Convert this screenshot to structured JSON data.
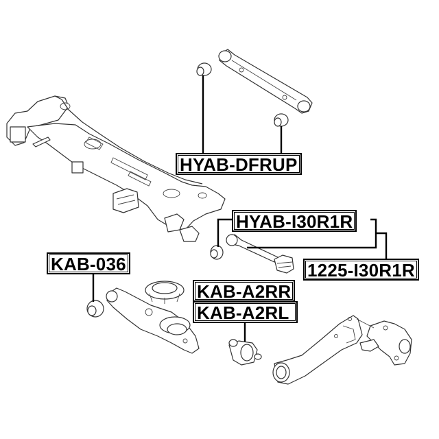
{
  "diagram": {
    "title": "Rear suspension parts diagram",
    "colors": {
      "line": "#000000",
      "drawing": "#333333",
      "background": "#ffffff"
    },
    "parts": [
      {
        "id": "subframe",
        "name": "rear-subframe"
      },
      {
        "id": "upper-arm",
        "name": "upper-control-arm"
      },
      {
        "id": "upper-arm-bushings",
        "name": "upper-arm-bushings"
      },
      {
        "id": "toe-link",
        "name": "toe-link-with-ball-joint"
      },
      {
        "id": "lower-arm",
        "name": "lower-spring-arm"
      },
      {
        "id": "spring-seat",
        "name": "spring-seat"
      },
      {
        "id": "trailing-arm",
        "name": "trailing-arm"
      },
      {
        "id": "knuckle",
        "name": "rear-knuckle"
      }
    ],
    "labels": [
      {
        "id": "hyab-dfrup",
        "text": "HYAB-DFRUP"
      },
      {
        "id": "hyab-i30r1r",
        "text": "HYAB-I30R1R"
      },
      {
        "id": "1225-i30r1r",
        "text": "1225-I30R1R"
      },
      {
        "id": "kab-036",
        "text": "KAB-036"
      },
      {
        "id": "kab-a2rr",
        "text": "KAB-A2RR"
      },
      {
        "id": "kab-a2rl",
        "text": "KAB-A2RL"
      }
    ]
  }
}
